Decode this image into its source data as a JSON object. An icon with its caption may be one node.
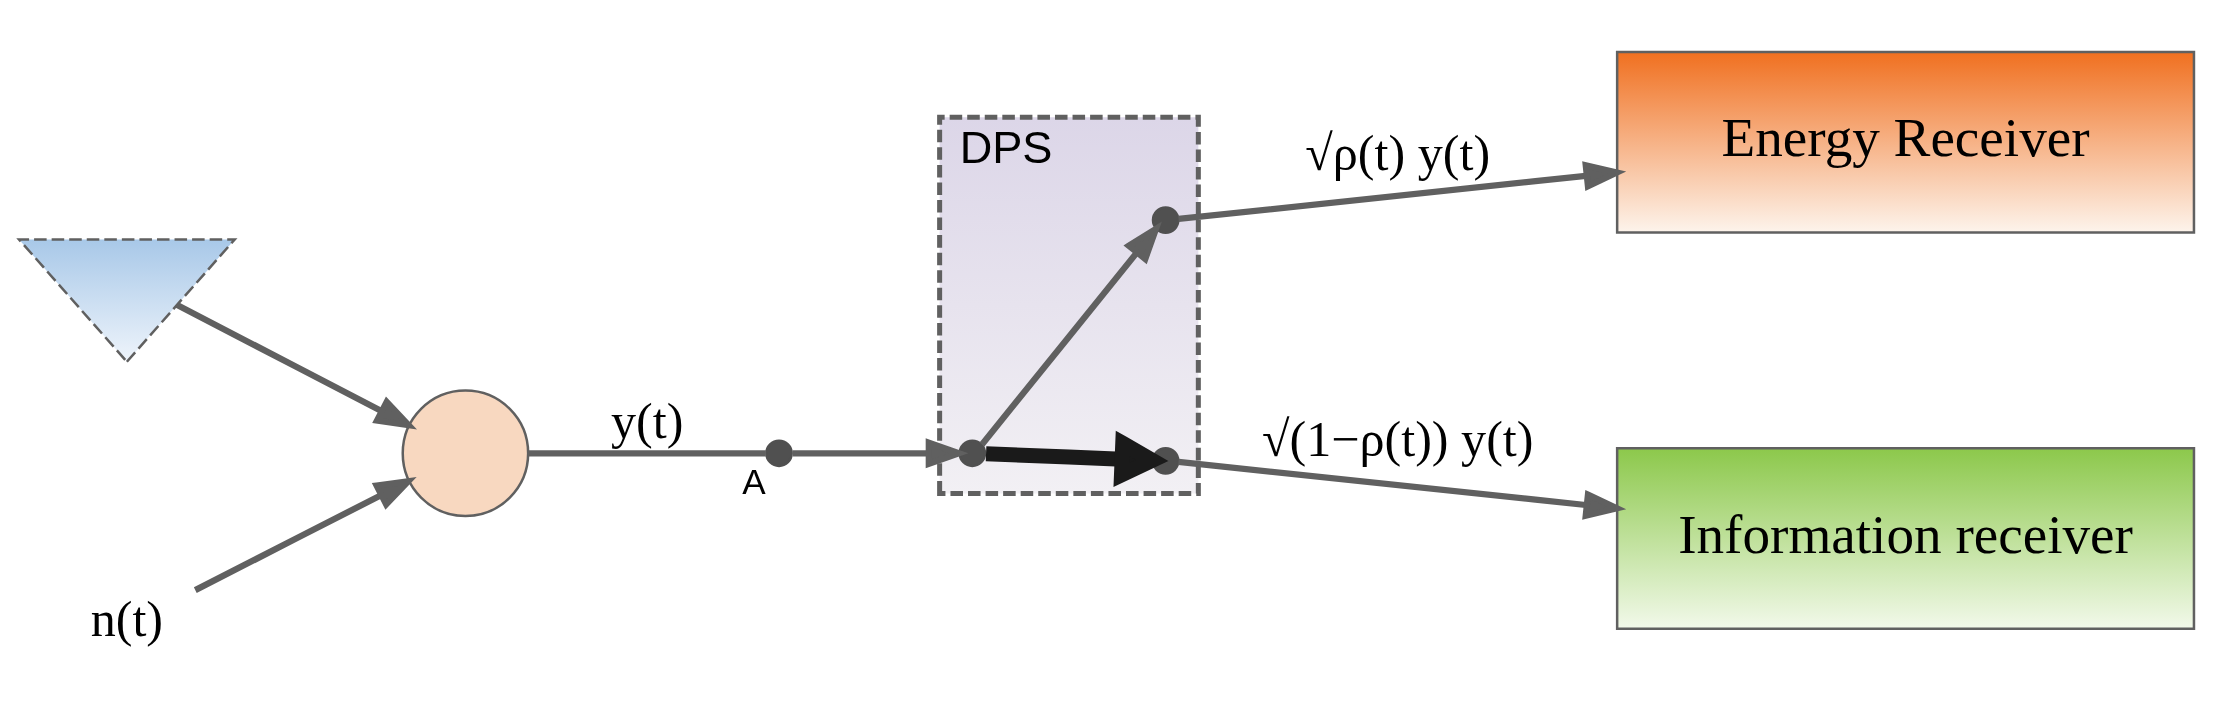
{
  "diagram": {
    "nodes": [
      {
        "text": [],
        "shape": "triangle"
      },
      {
        "text": [],
        "shape": "circle"
      },
      {
        "text": [
          "n(t)"
        ]
      },
      {
        "text": [],
        "shape": "dot",
        "beside": [
          "A"
        ]
      },
      {
        "text": [
          "DPS"
        ]
      },
      {
        "text": [],
        "shape": "dot",
        "in": 4
      },
      {
        "text": [],
        "shape": "dot",
        "in": 4
      },
      {
        "text": [],
        "shape": "dot",
        "in": 4
      },
      {
        "text": [
          "Energy Receiver"
        ]
      },
      {
        "text": [
          "Information receiver"
        ]
      }
    ],
    "edges": [
      {
        "from": 0,
        "to": 1,
        "arrow": "to"
      },
      {
        "from": 2,
        "to": 1,
        "arrow": "to"
      },
      {
        "from": 1,
        "to": 3,
        "arrow": "none",
        "label": "y(t)"
      },
      {
        "from": 3,
        "to": 5,
        "arrow": "to"
      },
      {
        "from": 5,
        "to": 6,
        "arrow": "to"
      },
      {
        "from": 5,
        "to": 7,
        "arrow": "to",
        "style": "thick",
        "color": "#1a1a1a"
      },
      {
        "from": 6,
        "to": 8,
        "arrow": "to",
        "label": "√ρ(t) y(t)"
      },
      {
        "from": 7,
        "to": 9,
        "arrow": "to",
        "label": "√(1−ρ(t)) y(t)"
      }
    ]
  }
}
